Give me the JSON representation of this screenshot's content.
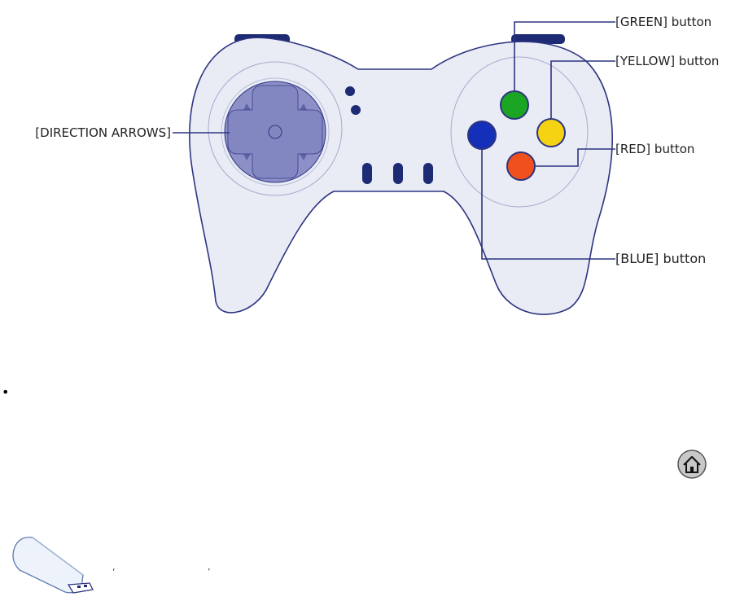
{
  "controller": {
    "callouts": {
      "green": "[GREEN] button",
      "yellow": "[YELLOW] button",
      "red": "[RED] button",
      "blue": "[BLUE] button",
      "direction": "[DIRECTION ARROWS]"
    },
    "colors": {
      "body_fill": "#e9ebf5",
      "body_stroke": "#2d3580",
      "dpad": "#8c90c7",
      "dark_navy": "#1c2b73",
      "green": "#1aa523",
      "yellow": "#f5d313",
      "red": "#f0501b",
      "blue": "#1430b8"
    }
  },
  "bullet_glyph": "•",
  "home_button": {
    "icon": "home-icon"
  },
  "usb_drive": {
    "icon": "usb-drive-icon",
    "caption": "‘ ’"
  }
}
